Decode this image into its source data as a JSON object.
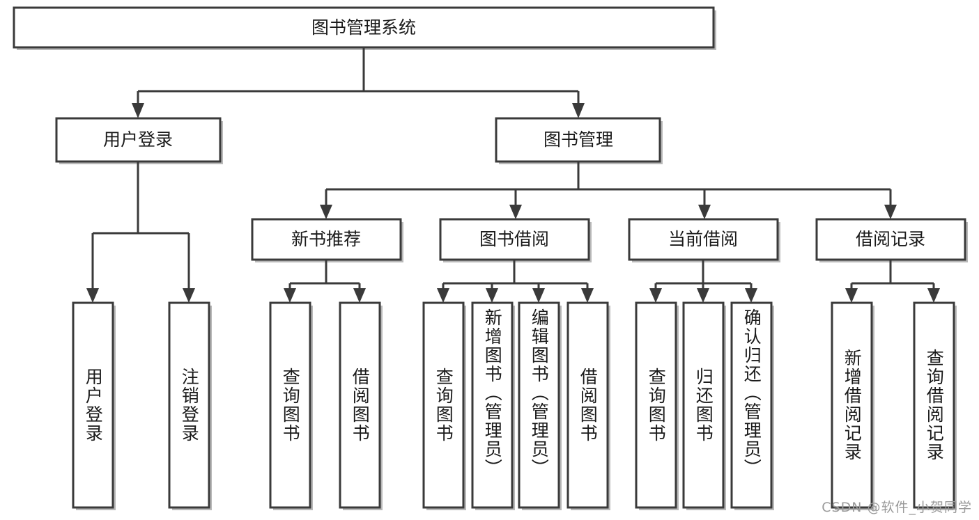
{
  "diagram": {
    "title_node": {
      "label": "图书管理系统"
    },
    "level2": [
      {
        "id": "user-login",
        "label": "用户登录"
      },
      {
        "id": "book-management",
        "label": "图书管理"
      }
    ],
    "level3": [
      {
        "id": "new-book-recommend",
        "label": "新书推荐"
      },
      {
        "id": "book-borrow",
        "label": "图书借阅"
      },
      {
        "id": "current-borrow",
        "label": "当前借阅"
      },
      {
        "id": "borrow-record",
        "label": "借阅记录"
      }
    ],
    "leaves": [
      {
        "id": "leaf-user-login",
        "label": "用户登录",
        "parent": "user-login"
      },
      {
        "id": "leaf-logout-login",
        "label": "注销登录",
        "parent": "user-login"
      },
      {
        "id": "leaf-query-book-1",
        "label": "查询图书",
        "parent": "new-book-recommend"
      },
      {
        "id": "leaf-borrow-book-1",
        "label": "借阅图书",
        "parent": "new-book-recommend"
      },
      {
        "id": "leaf-query-book-2",
        "label": "查询图书",
        "parent": "book-borrow"
      },
      {
        "id": "leaf-add-book",
        "label": "新增图书（管理员）",
        "parent": "book-borrow"
      },
      {
        "id": "leaf-edit-book",
        "label": "编辑图书（管理员）",
        "parent": "book-borrow"
      },
      {
        "id": "leaf-borrow-book-2",
        "label": "借阅图书",
        "parent": "book-borrow"
      },
      {
        "id": "leaf-query-book-3",
        "label": "查询图书",
        "parent": "current-borrow"
      },
      {
        "id": "leaf-return-book",
        "label": "归还图书",
        "parent": "current-borrow"
      },
      {
        "id": "leaf-confirm-return",
        "label": "确认归还（管理员）",
        "parent": "current-borrow"
      },
      {
        "id": "leaf-add-record",
        "label": "新增借阅记录",
        "parent": "borrow-record"
      },
      {
        "id": "leaf-query-record",
        "label": "查询借阅记录",
        "parent": "borrow-record"
      }
    ],
    "colors": {
      "box_border": "#3a3a3a",
      "box_fill": "#ffffff",
      "edge": "#3a3a3a",
      "text": "#1a1a1a",
      "watermark": "#9a9a9a",
      "background": "#ffffff"
    }
  },
  "watermark": {
    "text": "CSDN @软件_小贺同学"
  }
}
